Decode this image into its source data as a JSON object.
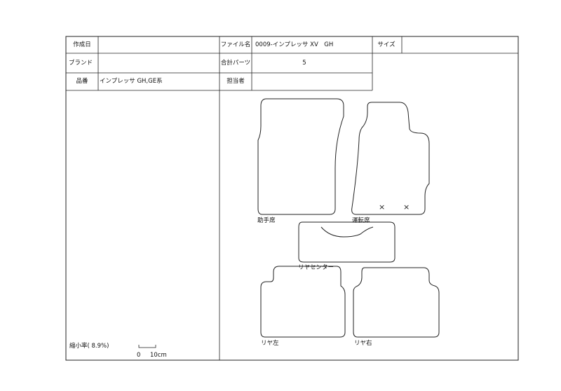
{
  "header": {
    "created_date_label": "作成日",
    "created_date_value": "",
    "brand_label": "ブランド",
    "brand_value": "",
    "product_label": "品番",
    "product_value": "インプレッサ GH,GE系",
    "file_label": "ファイル名",
    "file_value": "0009-インプレッサ XV　GH",
    "parts_label": "合計パーツ",
    "parts_value": "5",
    "person_label": "担当者",
    "person_value": "",
    "size_label": "サイズ",
    "size_value": ""
  },
  "mats": [
    {
      "id": "passenger",
      "label": "助手席"
    },
    {
      "id": "driver",
      "label": "運転席"
    },
    {
      "id": "rear-center",
      "label": "リヤセンター"
    },
    {
      "id": "rear-left",
      "label": "リヤ左"
    },
    {
      "id": "rear-right",
      "label": "リヤ右"
    }
  ],
  "driver_marks": [
    "×",
    "×"
  ],
  "scale": {
    "label": "縮小率( 8.9%)",
    "zero": "0",
    "ten": "10cm"
  }
}
